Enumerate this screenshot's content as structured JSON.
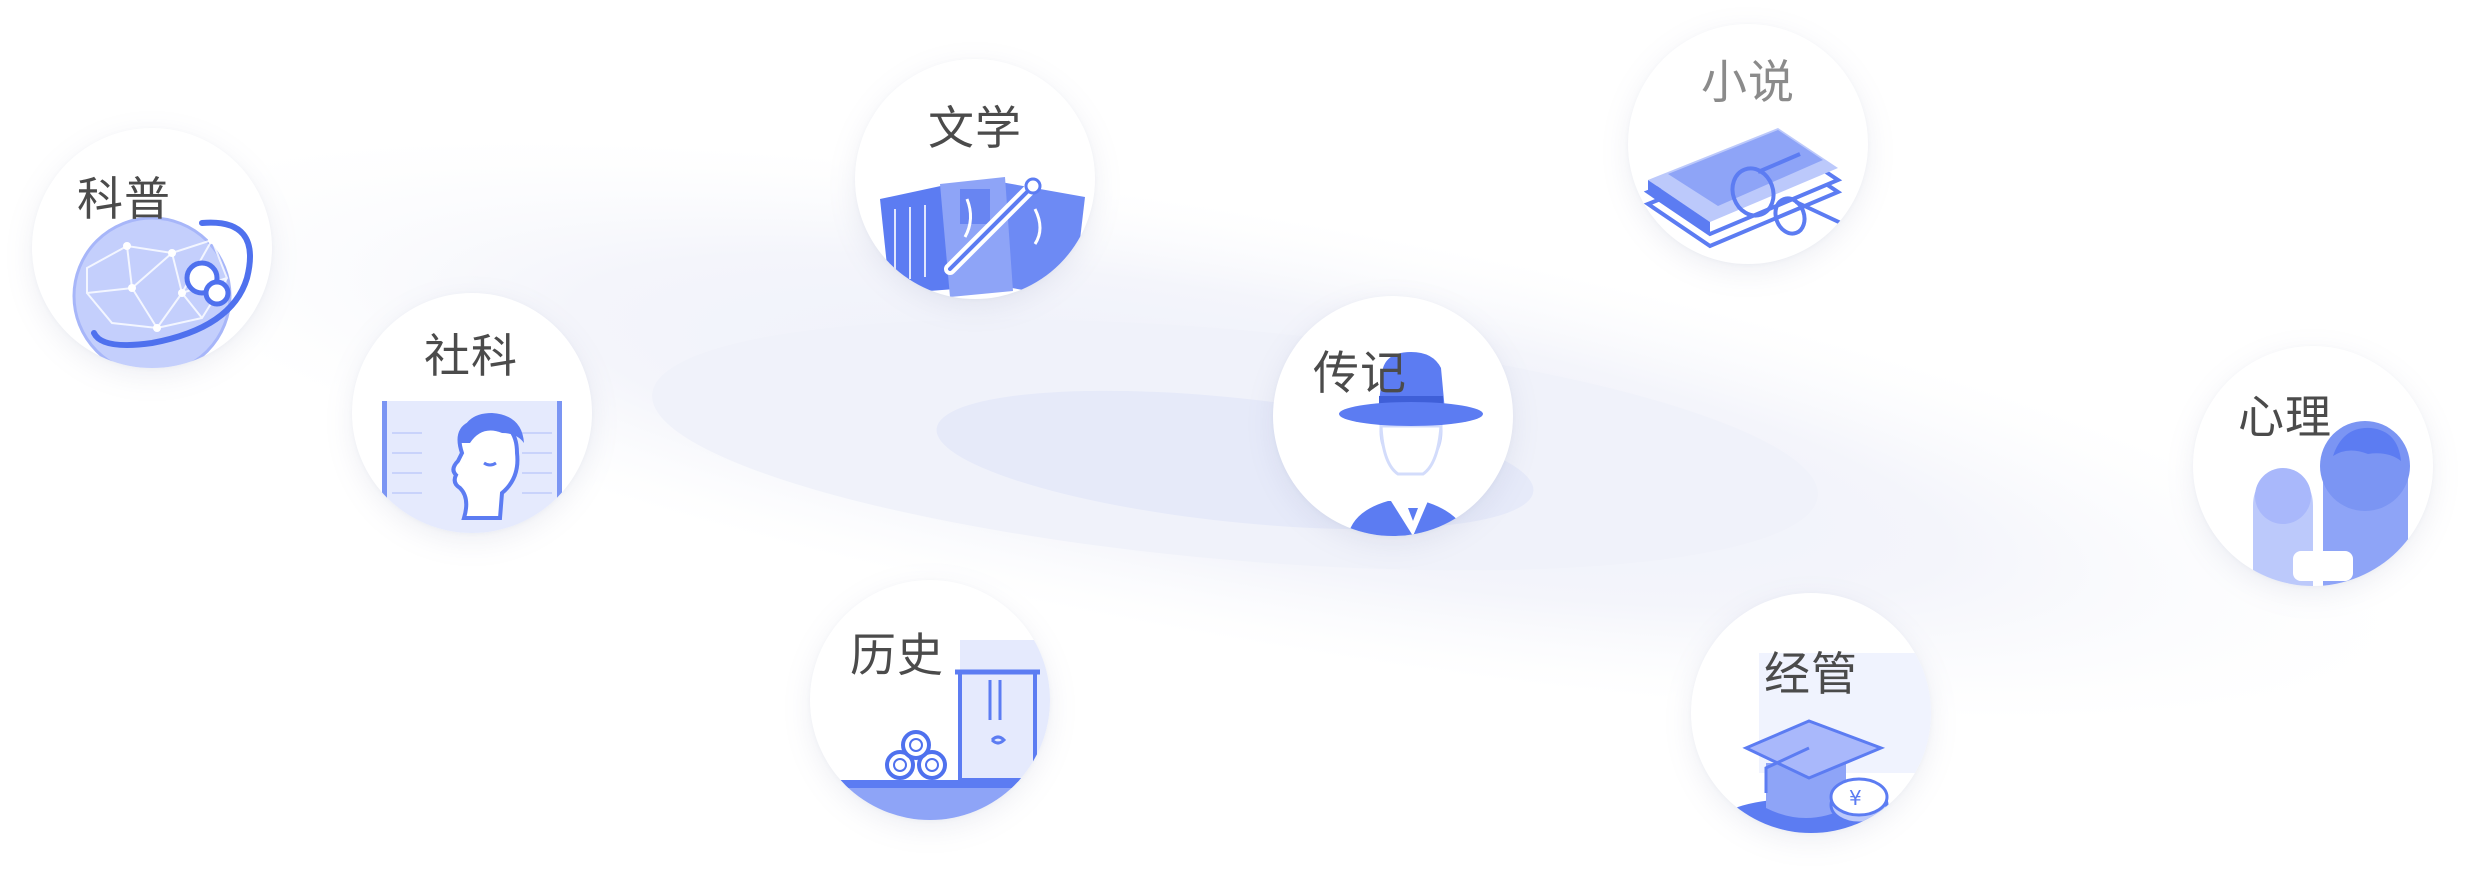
{
  "categories": [
    {
      "id": "kepu",
      "label": "科普",
      "icon": "globe-icon"
    },
    {
      "id": "sheke",
      "label": "社科",
      "icon": "statue-head-icon"
    },
    {
      "id": "wenxue",
      "label": "文学",
      "icon": "brush-scroll-icon"
    },
    {
      "id": "xiaoshuo",
      "label": "小说",
      "icon": "books-glasses-icon"
    },
    {
      "id": "zhuanji",
      "label": "传记",
      "icon": "hat-man-icon"
    },
    {
      "id": "xinli",
      "label": "心理",
      "icon": "heads-icon"
    },
    {
      "id": "lishi",
      "label": "历史",
      "icon": "scroll-frame-icon"
    },
    {
      "id": "jingguan",
      "label": "经管",
      "icon": "graduation-cap-icon"
    }
  ],
  "colors": {
    "accent": "#5c7cf2",
    "accent_light": "#a9b8fb",
    "accent_pale": "#dfe5fd",
    "ring": "#eef0f8",
    "text": "#4b4b4b"
  }
}
